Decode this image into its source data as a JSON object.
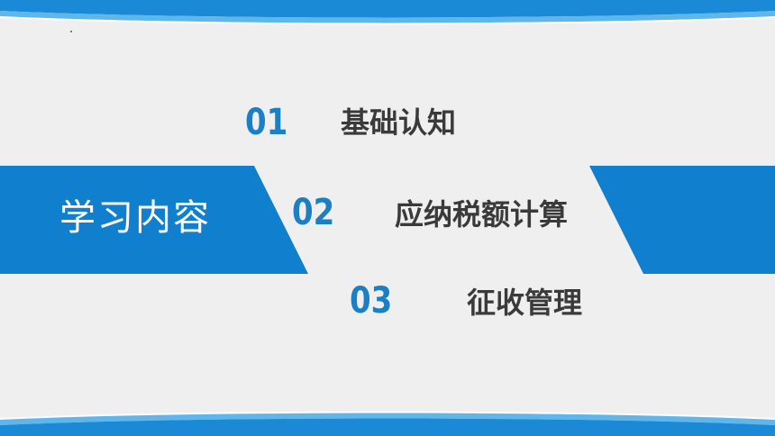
{
  "slide": {
    "section_title": "学习内容",
    "items": [
      {
        "num": "01",
        "label": "基础认知"
      },
      {
        "num": "02",
        "label": "应纳税额计算"
      },
      {
        "num": "03",
        "label": "征收管理"
      }
    ]
  },
  "colors": {
    "accent": "#1a7fc4",
    "band": "#0f7fce",
    "background": "#efefef",
    "text": "#3a3a3a"
  }
}
